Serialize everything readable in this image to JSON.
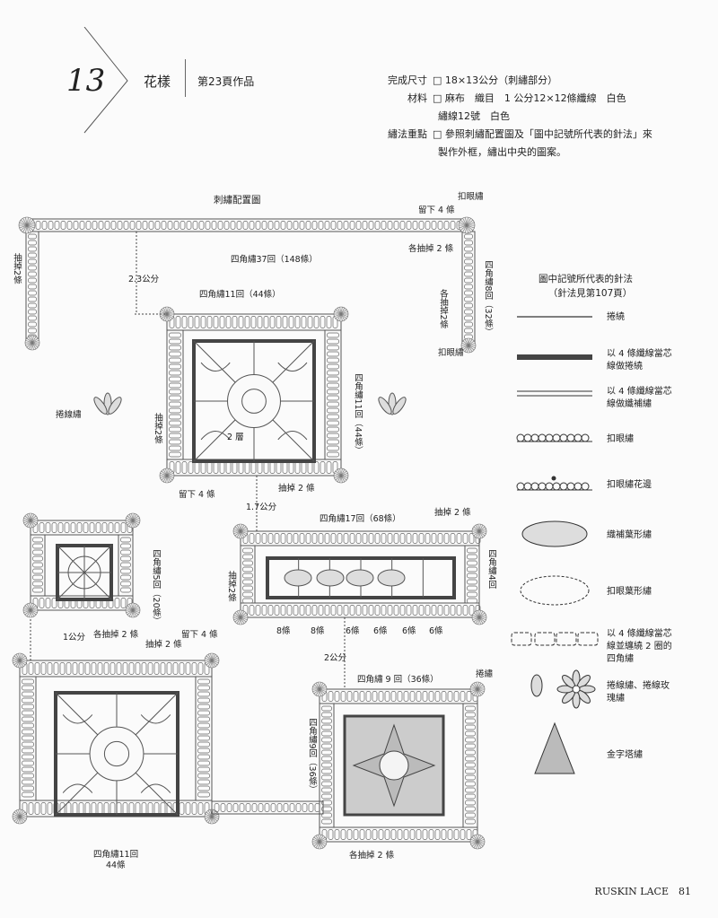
{
  "page": {
    "number_label": "13",
    "title": "花樣",
    "work_ref": "第23頁作品",
    "specs": [
      {
        "key": "完成尺寸",
        "value": "□ 18×13公分（刺繡部分）"
      },
      {
        "key": "材料",
        "value": "□ 麻布　織目　1 公分12×12條纖線　白色"
      },
      {
        "key": "",
        "value": "繡線12號　白色"
      },
      {
        "key": "繡法重點",
        "value": "□ 參照刺繡配置圖及「圖中記號所代表的針法」來"
      },
      {
        "key": "",
        "value": "製作外框，繡出中央的圖案。"
      }
    ],
    "footer": "RUSKIN LACE　81"
  },
  "diagram": {
    "title": "刺繡配置圖",
    "labels": {
      "top_eyelet": "扣眼繡",
      "leave4_top": "留下 4 條",
      "pull2_right": "各抽掉 2 條",
      "top_span": "四角繡37回（148條）",
      "left_pull": "抽掉2條",
      "dist_23": "2.3公分",
      "right_pull": "各抽掉2條",
      "right_span": "四角繡8回（32條）",
      "eyelet2": "扣眼繡",
      "center_top": "四角繡11回（44條）",
      "center_right": "四角繡11回（44條）",
      "center_left_pull": "抽掉2條",
      "two_layer": "2 層",
      "leave4_mid": "留下 4 條",
      "pull2_mid": "抽掉 2 條",
      "wrap_stitch": "捲線繡",
      "dist_17": "1.7公分",
      "mid_top": "四角繡17回（68條）",
      "mid_pull2": "抽掉 2 條",
      "mid_right": "四角繡4回",
      "mid_left_pull": "抽掉2條",
      "counts": [
        "8條",
        "8條",
        "6條",
        "6條",
        "6條",
        "6條"
      ],
      "small_right": "四角繡5回（20條）",
      "dist_1": "1公分",
      "small_pull": "各抽掉 2 條",
      "leave4_low": "留下 4 條",
      "pull2_low": "抽掉 2 條",
      "dist_2": "2公分",
      "br_top": "四角繡 9 回（36條）",
      "br_wrap": "捲繡",
      "br_left": "四角繡9回（36條）",
      "bottom_span": "四角繡11回",
      "bottom_span2": "44條",
      "bottom_pull": "各抽掉 2 條"
    }
  },
  "legend": {
    "title": "圖中記號所代表的針法",
    "subtitle": "（針法見第107頁）",
    "items": [
      {
        "label": "捲繞",
        "icon": "thin-line-icon"
      },
      {
        "label": "以 4 條纖線當芯線做捲繞",
        "icon": "thick-line-icon"
      },
      {
        "label": "以 4 條纖線當芯線做纖補繡",
        "icon": "double-line-icon"
      },
      {
        "label": "扣眼繡",
        "icon": "buttonhole-icon"
      },
      {
        "label": "扣眼繡花邊",
        "icon": "buttonhole-picot-icon"
      },
      {
        "label": "織補葉形繡",
        "icon": "woven-leaf-icon"
      },
      {
        "label": "扣眼葉形繡",
        "icon": "buttonhole-leaf-icon"
      },
      {
        "label": "以 4 條纖線當芯線並纏繞 2 圈的四角繡",
        "icon": "four-sided-icon"
      },
      {
        "label": "捲線繡、捲線玫瑰繡",
        "icon": "bullion-rose-icon"
      },
      {
        "label": "金字塔繡",
        "icon": "pyramid-icon"
      }
    ]
  }
}
